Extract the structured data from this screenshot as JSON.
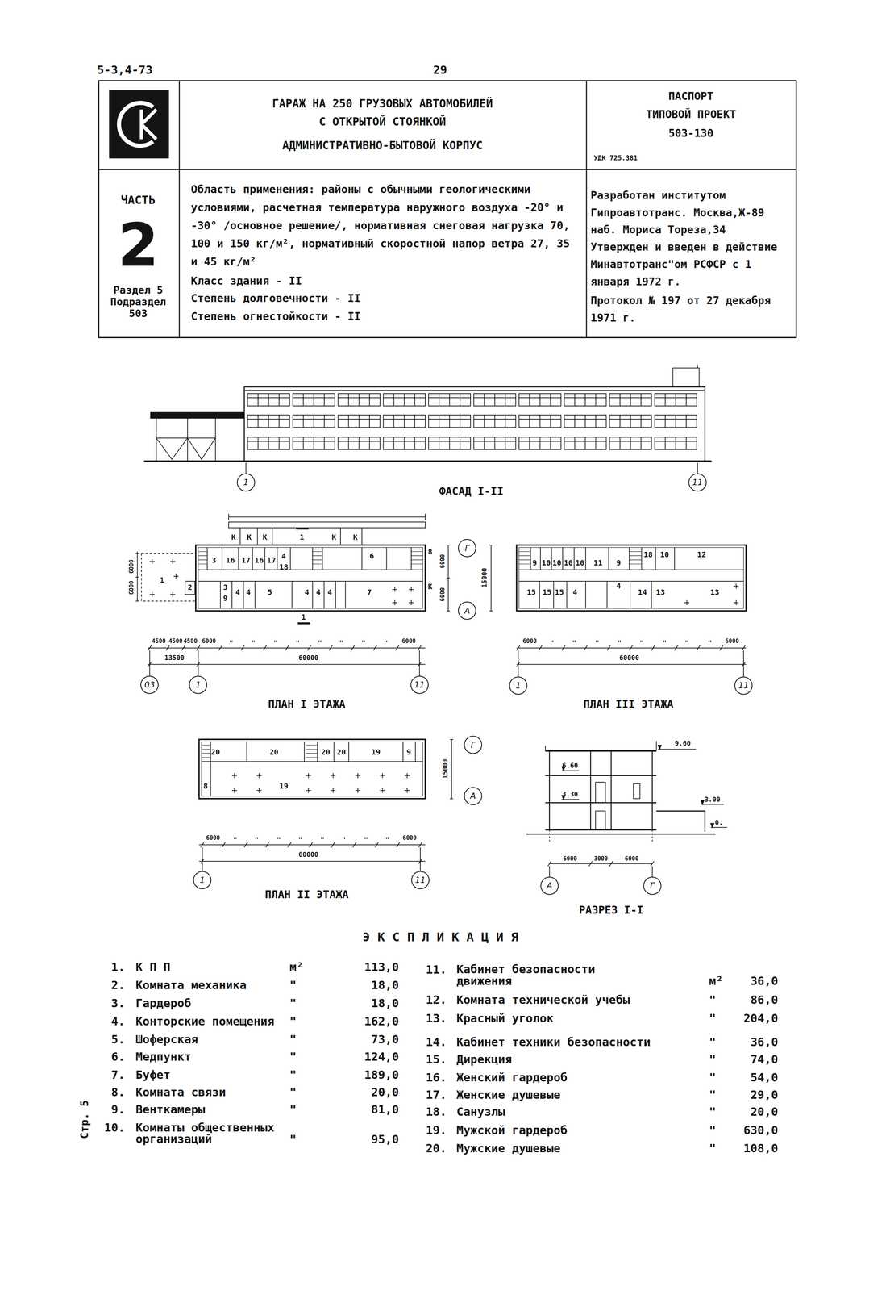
{
  "diagram": {
    "title": "ГАРАЖ НА 250 ГРУЗОВЫХ АВТОМОБИЛЕЙ С ОТКРЫТОЙ СТОЯНКОЙ",
    "nodes": [
      {
        "text": [
          "1"
        ]
      },
      {
        "text": [
          "11"
        ]
      },
      {
        "text": [
          "Г"
        ]
      },
      {
        "text": [
          "А"
        ]
      },
      {
        "text": [
          "03"
        ]
      },
      {
        "text": [
          "1"
        ]
      },
      {
        "text": [
          "11"
        ]
      },
      {
        "text": [
          "1"
        ]
      },
      {
        "text": [
          "11"
        ]
      },
      {
        "text": [
          "Г"
        ]
      },
      {
        "text": [
          "А"
        ]
      },
      {
        "text": [
          "1"
        ]
      },
      {
        "text": [
          "11"
        ]
      },
      {
        "text": [
          "А"
        ]
      },
      {
        "text": [
          "Г"
        ]
      }
    ],
    "labels": [
      "5-3,4-73",
      "29",
      "АДМИНИСТРАТИВНО-БЫТОВОЙ КОРПУС",
      "ПАСПОРТ",
      "ТИПОВОЙ ПРОЕКТ",
      "503-130",
      "УДК 725.381",
      "ЧАСТЬ",
      "2",
      "Раздел 5 Подраздел 503",
      "Область применения: районы с обычными геологическими условиями, расчетная температура наружного воздуха -20° и -30° /основное решение/, нормативная снеговая нагрузка 70, 100 и 150 кг/м², нормативный скоростной напор ветра 27, 35 и 45 кг/м²",
      "Класс здания - II",
      "Степень долговечности - II",
      "Степень огнестойкости - II",
      "Разработан институтом Гипроавтотранс. Москва,Ж-89 наб. Мориса Тореза,34",
      "Утвержден и введен в действие Минавтотранс\"ом РСФСР с 1 января 1972 г.",
      "Протокол № 197 от 27 декабря 1971 г.",
      "ФАСАД I-II",
      "ПЛАН I ЭТАЖА",
      "ПЛАН III ЭТАЖА",
      "ПЛАН II ЭТАЖА",
      "РАЗРЕЗ I-I",
      "1",
      "2",
      "3",
      "16",
      "17",
      "16",
      "17",
      "4",
      "18",
      "6",
      "8",
      "К",
      "3",
      "9",
      "4",
      "4",
      "5",
      "4",
      "4",
      "4",
      "7",
      "К",
      "К",
      "К",
      "К",
      "К",
      "1",
      "1",
      "6000",
      "6000",
      "6000",
      "6000",
      "15000",
      "4500",
      "4500",
      "4500",
      "6000",
      "\"",
      "\"",
      "\"",
      "\"",
      "\"",
      "\"",
      "\"",
      "\"",
      "6000",
      "13500",
      "60000",
      "9",
      "10",
      "10",
      "10",
      "10",
      "11",
      "9",
      "18",
      "10",
      "12",
      "15",
      "15",
      "15",
      "4",
      "4",
      "14",
      "13",
      "13",
      "6000",
      "\"",
      "\"",
      "\"",
      "\"",
      "\"",
      "\"",
      "\"",
      "\"",
      "6000",
      "60000",
      "20",
      "20",
      "20",
      "20",
      "19",
      "9",
      "8",
      "19",
      "15000",
      "6000",
      "\"",
      "\"",
      "\"",
      "\"",
      "\"",
      "\"",
      "\"",
      "\"",
      "6000",
      "60000",
      "9.60",
      "6.60",
      "3.30",
      "3.00",
      "0.",
      "6000",
      "3000",
      "6000",
      "ЭКСПЛИКАЦИЯ",
      "1.",
      "К П П",
      "м²",
      "113,0",
      "2.",
      "Комната механика",
      "\"",
      "18,0",
      "3.",
      "Гардероб",
      "\"",
      "18,0",
      "4.",
      "Конторские помещения",
      "\"",
      "162,0",
      "5.",
      "Шоферская",
      "\"",
      "73,0",
      "6.",
      "Медпункт",
      "\"",
      "124,0",
      "7.",
      "Буфет",
      "\"",
      "189,0",
      "8.",
      "Комната связи",
      "\"",
      "20,0",
      "9.",
      "Венткамеры",
      "\"",
      "81,0",
      "10.",
      "Комнаты общественных организаций",
      "\"",
      "95,0",
      "11.",
      "Кабинет безопасности движения",
      "м²",
      "36,0",
      "12.",
      "Комната технической учебы",
      "\"",
      "86,0",
      "13.",
      "Красный уголок",
      "\"",
      "204,0",
      "14.",
      "Кабинет техники безопасности",
      "\"",
      "36,0",
      "15.",
      "Дирекция",
      "\"",
      "74,0",
      "16.",
      "Женский гардероб",
      "\"",
      "54,0",
      "17.",
      "Женские душевые",
      "\"",
      "29,0",
      "18.",
      "Санузлы",
      "\"",
      "20,0",
      "19.",
      "Мужской гардероб",
      "\"",
      "630,0",
      "20.",
      "Мужские душевые",
      "\"",
      "108,0",
      "Стр. 5"
    ]
  }
}
